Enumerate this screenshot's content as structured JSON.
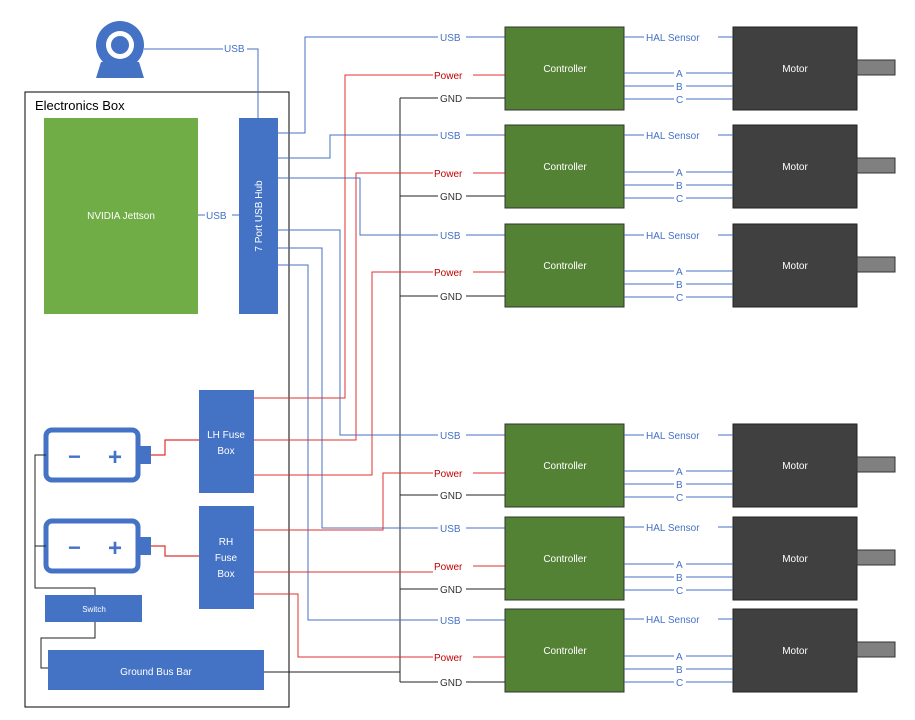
{
  "electronics_box": {
    "title": "Electronics Box"
  },
  "jetson": {
    "label": "NVIDIA Jettson",
    "usb_label": "USB"
  },
  "usb_hub": {
    "label": "7 Port USB Hub"
  },
  "camera": {
    "usb_label": "USB"
  },
  "lh_fuse": {
    "line1": "LH Fuse",
    "line2": "Box"
  },
  "rh_fuse": {
    "line1": "RH",
    "line2": "Fuse",
    "line3": "Box"
  },
  "switch": {
    "label": "Switch"
  },
  "ground_bus": {
    "label": "Ground Bus Bar"
  },
  "battery": {
    "minus": "−",
    "plus": "+"
  },
  "signals": {
    "usb": "USB",
    "power": "Power",
    "gnd": "GND",
    "hal": "HAL Sensor",
    "a": "A",
    "b": "B",
    "c": "C"
  },
  "controller": {
    "label": "Controller"
  },
  "motor": {
    "label": "Motor"
  },
  "colors": {
    "usb_wire": "#4472c4",
    "power_wire": "#e03030",
    "gnd_wire": "#222222",
    "controller": "#548235",
    "motor": "#404040",
    "jetson": "#70ad47",
    "blue_block": "#4472c4"
  },
  "channels": [
    {
      "id": "ch1"
    },
    {
      "id": "ch2"
    },
    {
      "id": "ch3"
    },
    {
      "id": "ch4"
    },
    {
      "id": "ch5"
    },
    {
      "id": "ch6"
    }
  ]
}
